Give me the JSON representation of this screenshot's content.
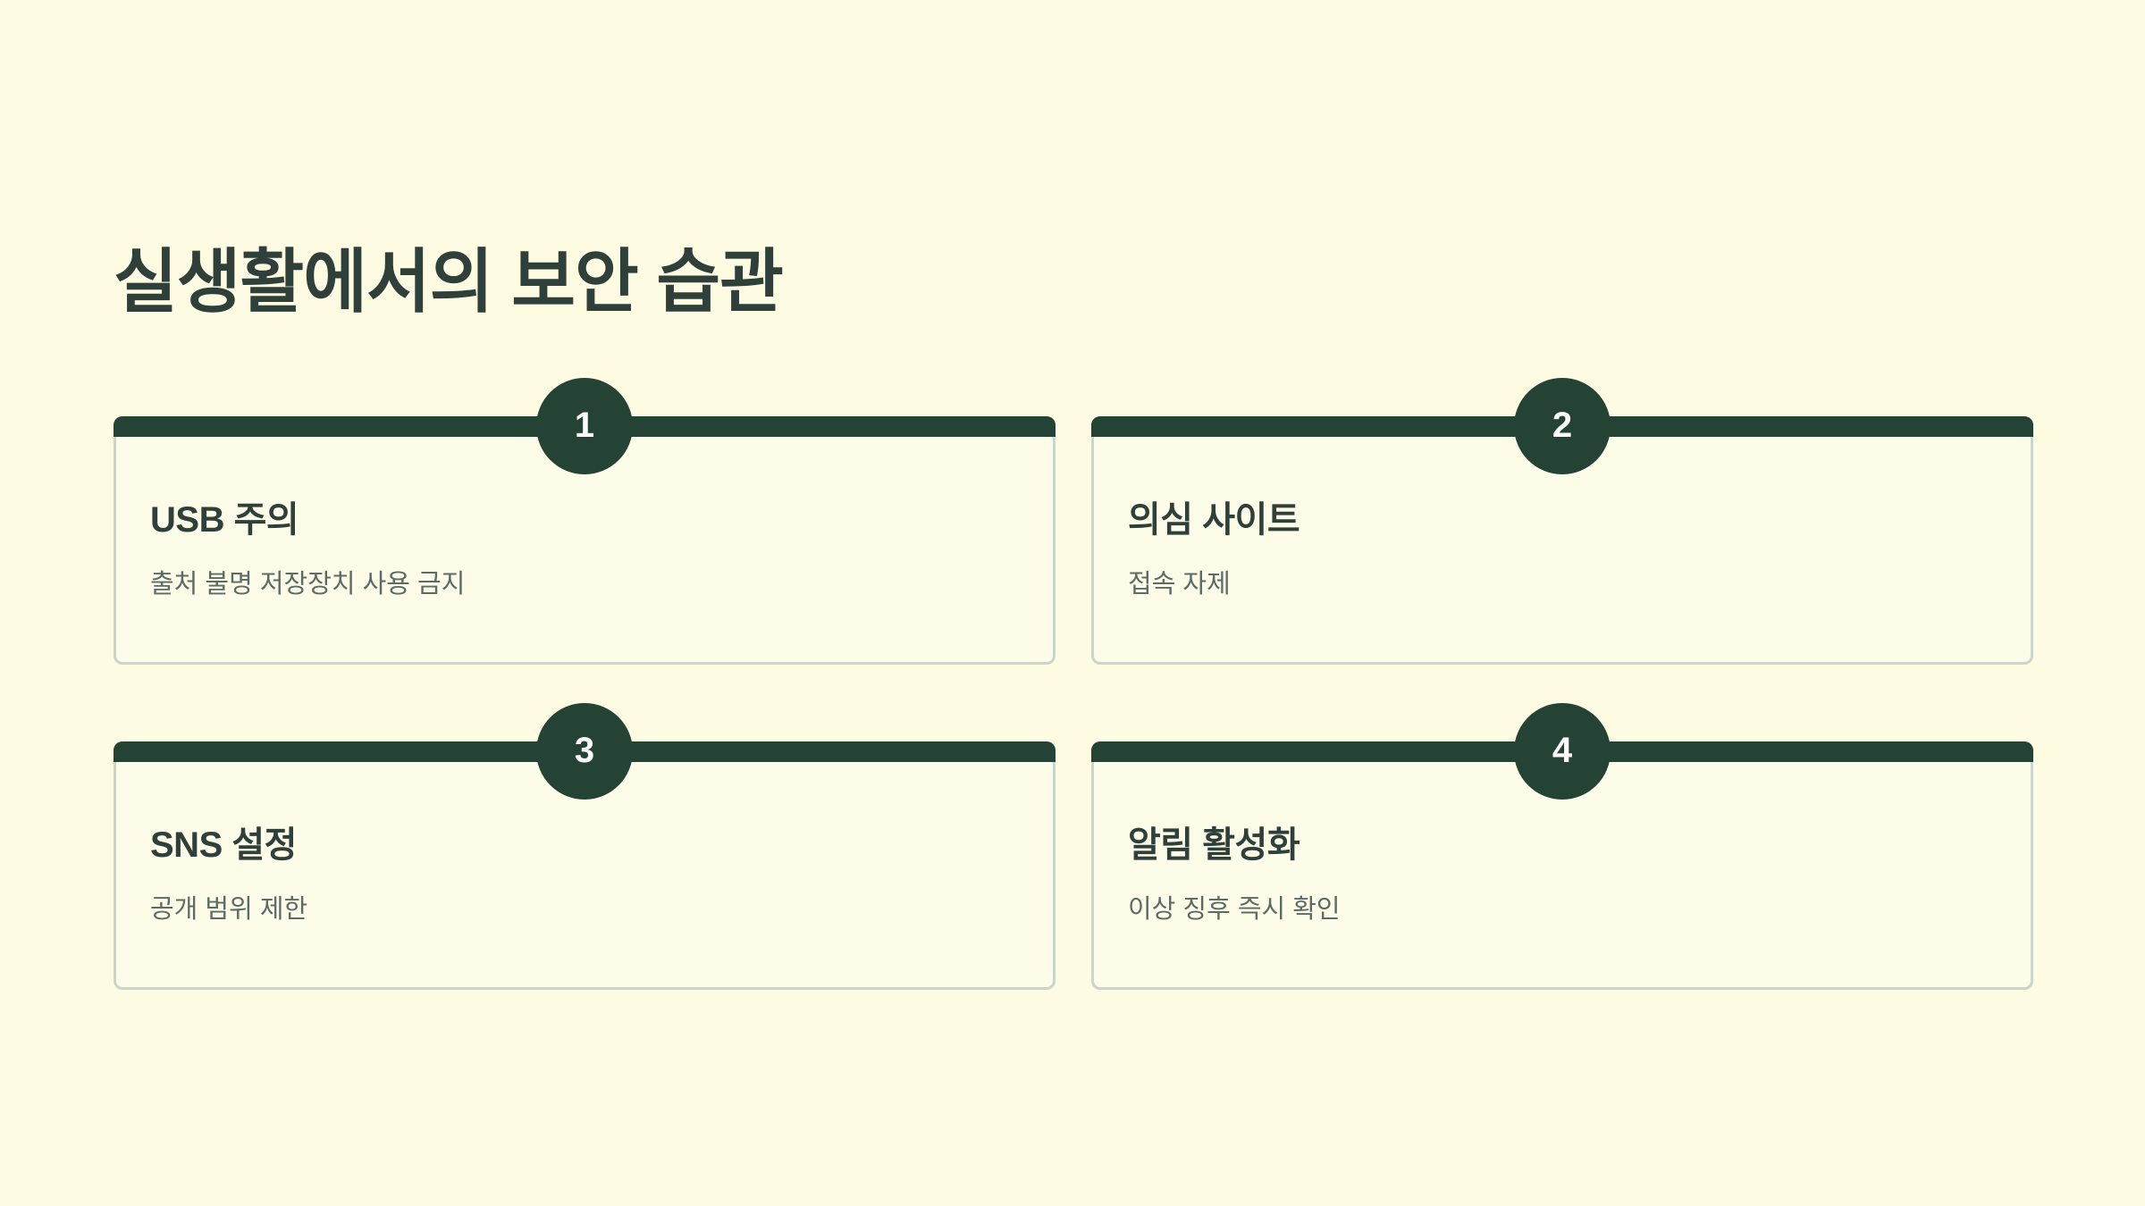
{
  "page": {
    "title": "실생활에서의 보안 습관",
    "background_color": "#FDFBE2",
    "accent_color": "#24433F",
    "heading_color": "#2F3F3A",
    "body_text_color": "#5C6B64",
    "card_background_color": "#FDFCE9",
    "card_border_color": "#C7D6CE",
    "badge_text_color": "#FFFFFF"
  },
  "cards": [
    {
      "number": "1",
      "title": "USB 주의",
      "description": "출처 불명 저장장치 사용 금지"
    },
    {
      "number": "2",
      "title": "의심 사이트",
      "description": "접속 자제"
    },
    {
      "number": "3",
      "title": "SNS 설정",
      "description": "공개 범위 제한"
    },
    {
      "number": "4",
      "title": "알림 활성화",
      "description": "이상 징후 즉시 확인"
    }
  ]
}
